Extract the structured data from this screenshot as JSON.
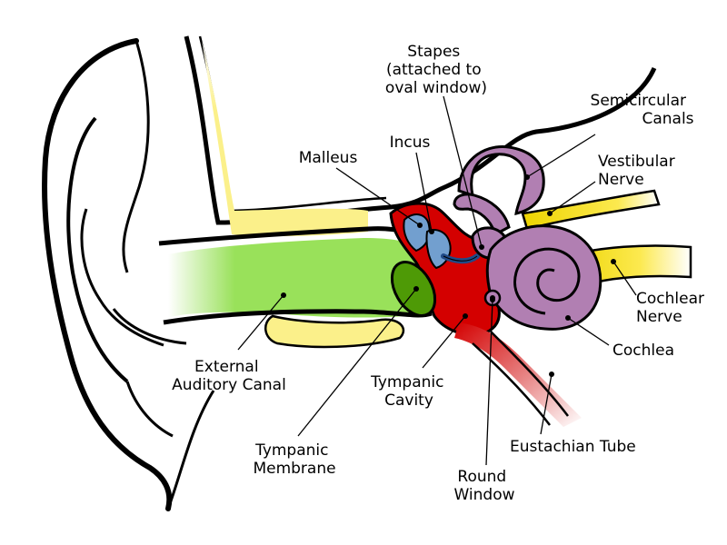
{
  "colors": {
    "outline": "#000000",
    "bone_yellow": "#fbf08a",
    "canal_green": "#99e15a",
    "membrane_green": "#4e9a06",
    "tympanic_red": "#d40000",
    "ossicle_blue": "#729fcf",
    "ossicle_dark_blue": "#204a87",
    "inner_ear_purple": "#b17fb2",
    "nerve_yellow": "#edd400",
    "eustachian_pink": "#e88888"
  },
  "labels": {
    "stapes": [
      "Stapes",
      "(attached to",
      "oval window)"
    ],
    "malleus": [
      "Malleus"
    ],
    "incus": [
      "Incus"
    ],
    "semicircular_canals": [
      "Semicircular",
      "Canals"
    ],
    "vestibular_nerve": [
      "Vestibular",
      "Nerve"
    ],
    "cochlear_nerve": [
      "Cochlear",
      "Nerve"
    ],
    "cochlea": [
      "Cochlea"
    ],
    "external_auditory_canal": [
      "External",
      "Auditory Canal"
    ],
    "tympanic_cavity": [
      "Tympanic",
      "Cavity"
    ],
    "eustachian_tube": [
      "Eustachian Tube"
    ],
    "tympanic_membrane": [
      "Tympanic",
      "Membrane"
    ],
    "round_window": [
      "Round",
      "Window"
    ]
  }
}
